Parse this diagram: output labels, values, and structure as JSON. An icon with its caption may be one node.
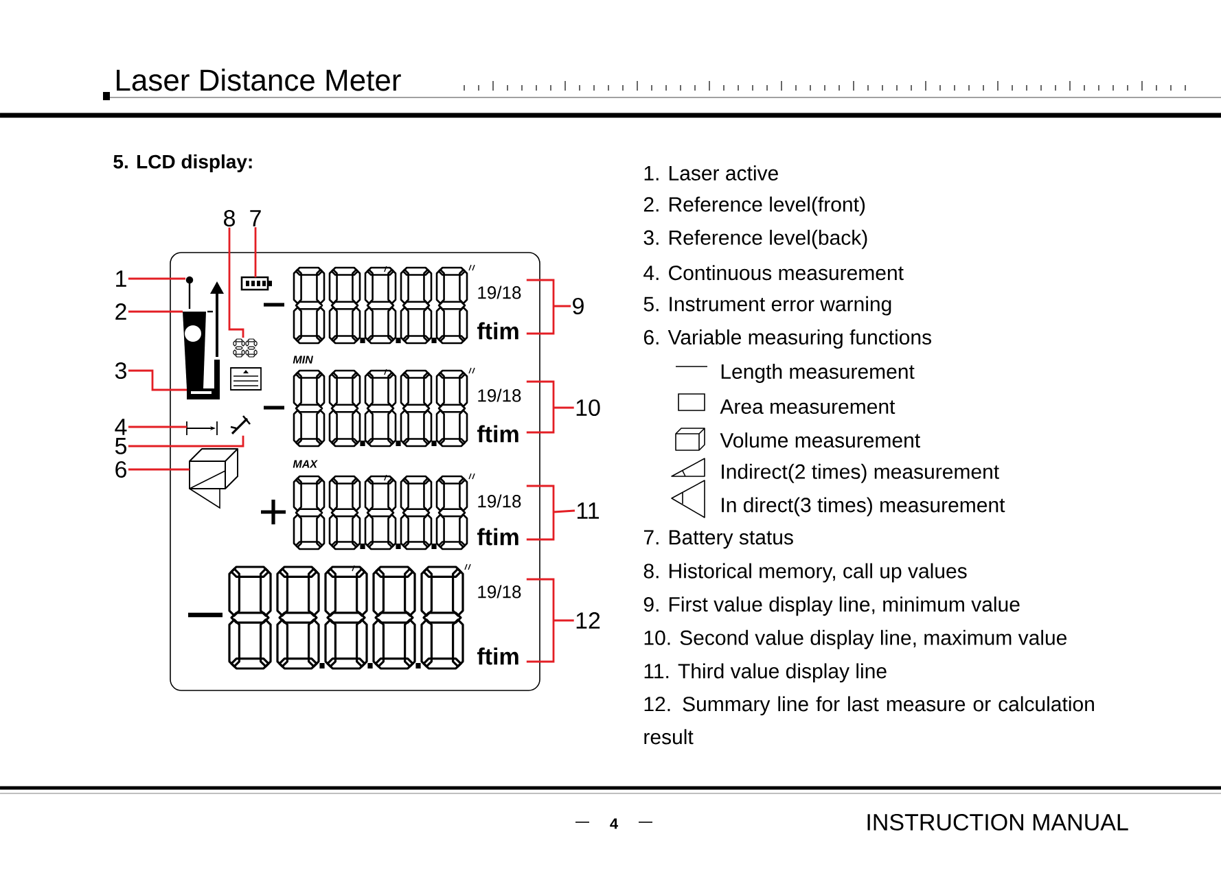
{
  "diagram": {
    "title": "Laser Distance Meter",
    "nodes": [
      {
        "text": [
          "1"
        ]
      },
      {
        "text": [
          "2"
        ]
      },
      {
        "text": [
          "3"
        ]
      },
      {
        "text": [
          "4"
        ]
      },
      {
        "text": [
          "5"
        ]
      },
      {
        "text": [
          "6"
        ]
      },
      {
        "text": [
          "7"
        ]
      },
      {
        "text": [
          "8"
        ]
      },
      {
        "text": [
          "9"
        ]
      },
      {
        "text": [
          "10"
        ]
      },
      {
        "text": [
          "11"
        ]
      },
      {
        "text": [
          "12"
        ]
      },
      {
        "text": [],
        "shape": "circle"
      },
      {
        "text": [],
        "shape": "block"
      },
      {
        "text": [],
        "shape": "bar"
      },
      {
        "text": [],
        "shape": "arrow"
      },
      {
        "text": [],
        "shape": "wrench"
      },
      {
        "text": [],
        "shape": "cube"
      },
      {
        "text": [],
        "shape": "battery"
      },
      {
        "text": [],
        "shape": "icon"
      },
      {
        "text": [
          "19/18",
          "ftim"
        ]
      },
      {
        "text": [
          "19/18",
          "ftim"
        ]
      },
      {
        "text": [
          "19/18",
          "ftim"
        ]
      },
      {
        "text": [
          "19/18",
          "ftim"
        ]
      }
    ],
    "edges": [
      {
        "from": 0,
        "to": 12,
        "arrow": "none"
      },
      {
        "from": 1,
        "to": 13,
        "arrow": "none"
      },
      {
        "from": 2,
        "to": 14,
        "arrow": "none"
      },
      {
        "from": 3,
        "to": 15,
        "arrow": "none"
      },
      {
        "from": 4,
        "to": 16,
        "arrow": "none"
      },
      {
        "from": 5,
        "to": 17,
        "arrow": "none"
      },
      {
        "from": 6,
        "to": 18,
        "arrow": "none"
      },
      {
        "from": 7,
        "to": 19,
        "arrow": "none"
      },
      {
        "from": 8,
        "to": 20,
        "arrow": "none"
      },
      {
        "from": 9,
        "to": 21,
        "arrow": "none"
      },
      {
        "from": 10,
        "to": 22,
        "arrow": "none"
      },
      {
        "from": 11,
        "to": 23,
        "arrow": "none"
      }
    ],
    "labels": [
      "5. LCD display:",
      "1. Laser active",
      "2. Reference level(front)",
      "3. Reference level(back)",
      "4. Continuous measurement",
      "5. Instrument error warning",
      "6. Variable measuring functions",
      "Length measurement",
      "Area measurement",
      "Volume measurement",
      "Indirect(2 times) measurement",
      "In direct(3 times) measurement",
      "7. Battery status",
      "8. Historical memory, call up values",
      "9. First value display line, minimum value",
      "10. Second value display line, maximum value",
      "11. Third value display line",
      "12. Summary line for last measure or calculation result",
      "MIN",
      "MAX",
      "4",
      "INSTRUCTION MANUAL"
    ]
  }
}
